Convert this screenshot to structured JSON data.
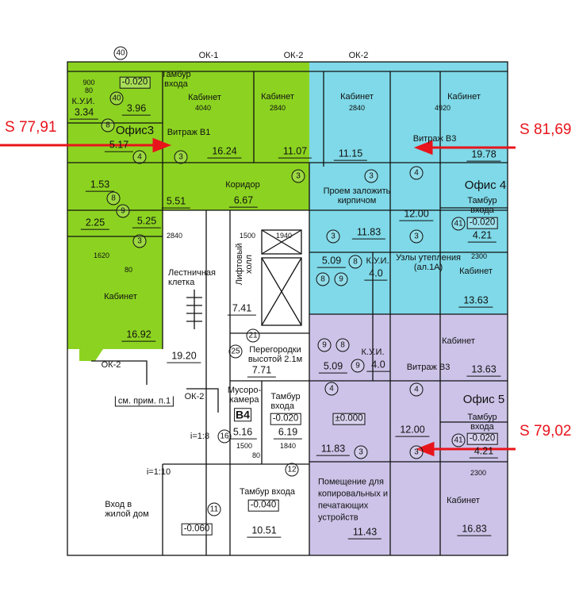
{
  "colors": {
    "office3": "#8cd321",
    "office4": "#7fd9e8",
    "office5": "#cdc3e8",
    "area_marker": "#e8141b"
  },
  "windows": {
    "ok1": "ОК-1",
    "ok2a": "ОК-2",
    "ok2b": "ОК-2",
    "ok2c": "ОК-2",
    "ok2d": "ОК-2"
  },
  "office3": {
    "name": "Офис3",
    "vestibule": "Тамбур\nвхода",
    "vestibule_level": "-0.020",
    "vestibule_area": "3.96",
    "kui": "К.У.И.",
    "kui_area": "3.34",
    "dim_900": "900",
    "dim_80": "80",
    "cab1": "Кабинет",
    "cab1_dim": "4040",
    "cab1_area": "16.24",
    "cab2": "Кабинет",
    "cab2_dim": "2840",
    "cab2_area": "11.07",
    "vitrage": "Витраж В1",
    "hall_area": "5.17",
    "wc_area": "1.53",
    "corridor": "Коридор",
    "corridor_area": "6.67",
    "area_551": "5.51",
    "area_225": "2.25",
    "area_525": "5.25",
    "cab3": "Кабинет",
    "cab3_dim": "1620",
    "cab3_dim2": "80",
    "cab3_area": "16.92"
  },
  "office4": {
    "name": "Офис 4",
    "cab1": "Кабинет",
    "cab1_dim": "2840",
    "cab1_area": "11.15",
    "cab2": "Кабинет",
    "cab2_dim": "4920",
    "cab2_area": "19.78",
    "vitrage": "Витраж В3",
    "opening": "Проем заложить\nкирпичом",
    "opening_area": "11.83",
    "hall_area": "12.00",
    "vestibule": "Тамбур\nвхода",
    "vestibule_level": "-0.020",
    "vestibule_area": "4.21",
    "wc_area": "5.09",
    "kui": "К.У.И.",
    "kui_area": "4.0",
    "nodes": "Узлы утепления\n(ал.1А)",
    "dim_2300": "2300",
    "cab3": "Кабинет",
    "cab3_area": "13.63"
  },
  "office5": {
    "name": "Офис 5",
    "cab1": "Кабинет",
    "cab1_area": "13.63",
    "vitrage": "Витраж В3",
    "wc_area": "5.09",
    "kui": "К.У.И.",
    "kui_area": "4.0",
    "level": "±0.000",
    "room_area": "11.83",
    "hall_area": "12.00",
    "vestibule": "Тамбур\nвхода",
    "vestibule_level": "-0.020",
    "vestibule_area": "4.21",
    "dim_2300": "2300",
    "copy_room": "Помещение для\nкопировальных и\nпечатающих\nустройств",
    "copy_area": "11.43",
    "cab2": "Кабинет",
    "cab2_area": "16.83"
  },
  "common": {
    "stair": "Лестничная\nклетка",
    "stair_area": "19.20",
    "stair_dim": "2840",
    "lift_hall": "Лифтовый\nхолл",
    "lift_area": "7.41",
    "dim_1500": "1500",
    "dim_1940": "1940",
    "partitions": "Перегородки\nвысотой 2.1м",
    "partitions_area": "7.71",
    "note": "см. прим. п.1",
    "garbage": "Мусоро-\nкамера",
    "garbage_tag": "В4",
    "garbage_area": "5.16",
    "garbage_dim": "1500",
    "garbage_dim2": "80",
    "vest1": "Тамбур\nвхода",
    "vest1_level": "-0.020",
    "vest1_area": "6.19",
    "vest1_dim": "1840",
    "slope1": "i=1:8",
    "slope2": "i=1:10",
    "entrance": "Вход в\nжилой дом",
    "entrance_level": "-0.060",
    "vest2": "Тамбур входа",
    "vest2_level": "-0.040",
    "vest2_area": "10.51"
  },
  "area_markers": {
    "office3": "S 77,91",
    "office4": "S 81,69",
    "office5": "S 79,02"
  },
  "door_tags": [
    "40",
    "40",
    "8",
    "4",
    "3",
    "3",
    "8",
    "9",
    "3",
    "21",
    "25",
    "3",
    "4",
    "41",
    "3",
    "3",
    "8",
    "8",
    "9",
    "9",
    "8",
    "9",
    "4",
    "4",
    "41",
    "3",
    "3",
    "16",
    "12",
    "11"
  ]
}
